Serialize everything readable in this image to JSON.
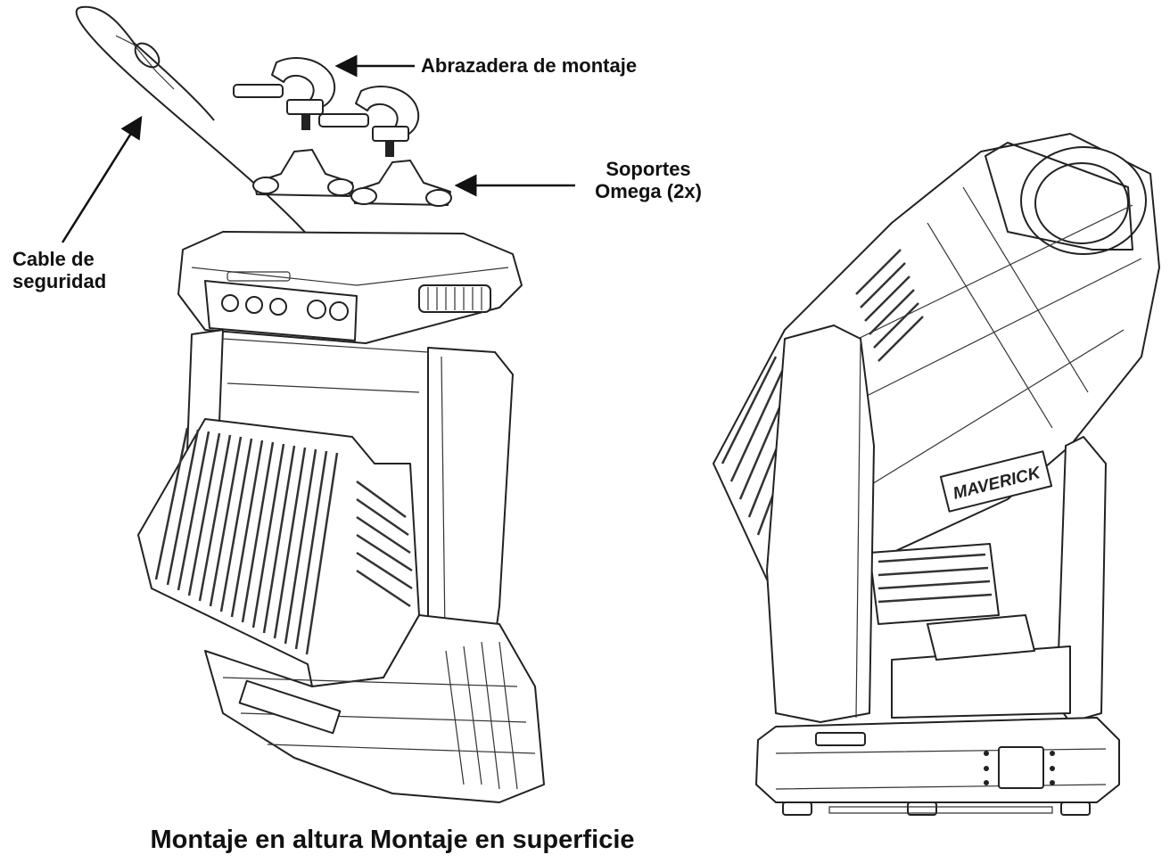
{
  "labels": {
    "mounting_clamp": "Abrazadera de montaje",
    "omega_brackets_line1": "Soportes",
    "omega_brackets_line2": "Omega (2x)",
    "safety_cable_line1": "Cable de",
    "safety_cable_line2": "seguridad"
  },
  "caption": "Montaje en altura Montaje en superficie",
  "logo_text": "MAVERICK"
}
